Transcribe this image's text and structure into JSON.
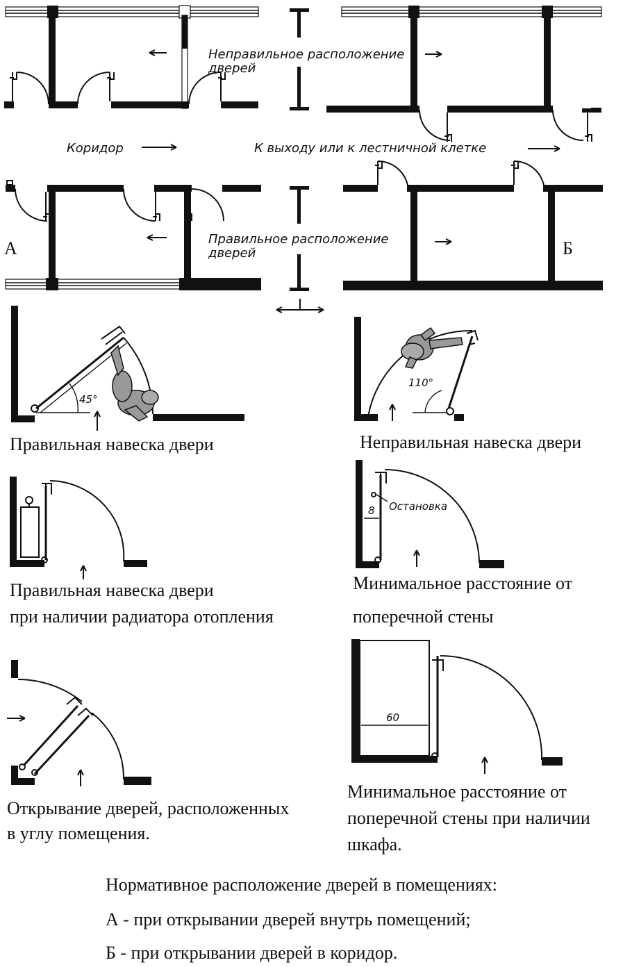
{
  "diagram": {
    "labels": {
      "wrong_doors": "Неправильное расположение дверей",
      "wrong_doors_line1": "Неправильное расположение",
      "wrong_doors_line2": "дверей",
      "corridor": "Коридор",
      "to_exit": "К выходу или к лестничной клетке",
      "right_doors_line1": "Правильное расположение",
      "right_doors_line2": "дверей",
      "letter_a": "А",
      "letter_b": "Б",
      "angle_45": "45°",
      "angle_110": "110°",
      "stop": "Остановка",
      "dim_8": "8",
      "dim_60": "60"
    },
    "captions": {
      "correct_hinge": "Правильная навеска двери",
      "incorrect_hinge": "Неправильная навеска двери",
      "radiator_line1": "Правильная навеска двери",
      "radiator_line2": "при наличии радиатора отопления",
      "min_dist_line1": "Минимальное расстояние от",
      "min_dist_line2": "поперечной стены",
      "corner_line1": "Открывание дверей, расположенных",
      "corner_line2": "в углу помещения.",
      "wardrobe_line1": "Минимальное расстояние от",
      "wardrobe_line2": "поперечной стены при наличии",
      "wardrobe_line3": "шкафа."
    },
    "footer": {
      "line1": "Нормативное расположение дверей в помещениях:",
      "line2": "А - при открывании дверей внутрь помещений;",
      "line3": "Б - при открывании дверей в коридор."
    }
  }
}
